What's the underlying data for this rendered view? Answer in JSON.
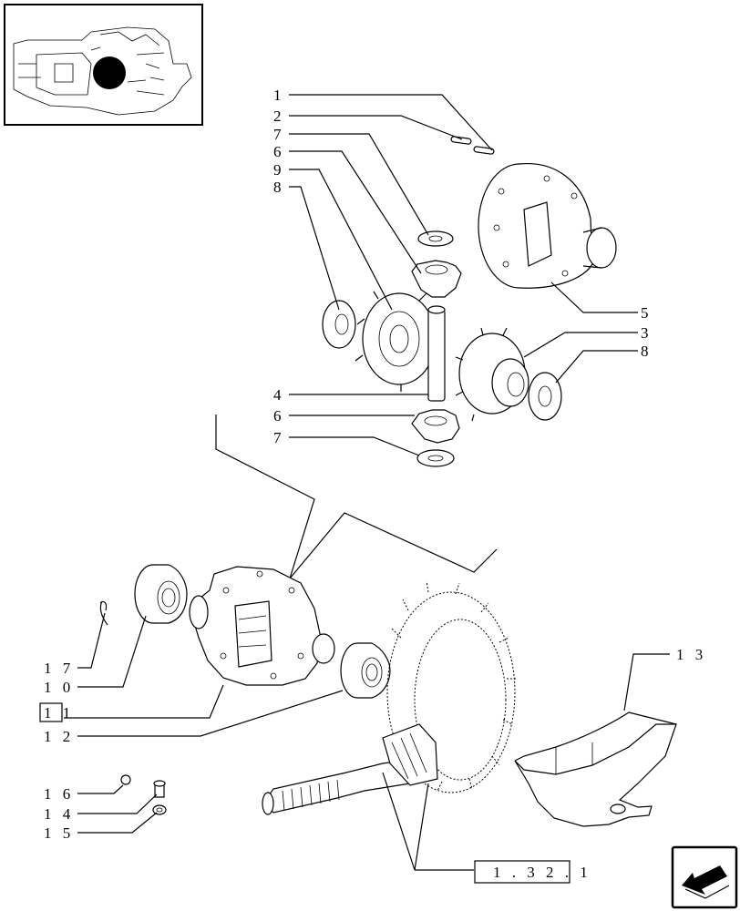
{
  "callouts": {
    "c1": "1",
    "c2": "2",
    "c7a": "7",
    "c6a": "6",
    "c9": "9",
    "c8a": "8",
    "c5": "5",
    "c3": "3",
    "c8b": "8",
    "c4": "4",
    "c6b": "6",
    "c7b": "7",
    "c17": "1 7",
    "c10": "1 0",
    "c11": "1 1",
    "c12": "1 2",
    "c13": "1 3",
    "c16": "1 6",
    "c14": "1 4",
    "c15": "1 5"
  },
  "reference": {
    "label": "1 . 3 2 . 1"
  },
  "icons": {
    "thumbnail": "tractor-rear-axle-thumbnail-icon",
    "nav": "next-page-arrow-icon"
  }
}
